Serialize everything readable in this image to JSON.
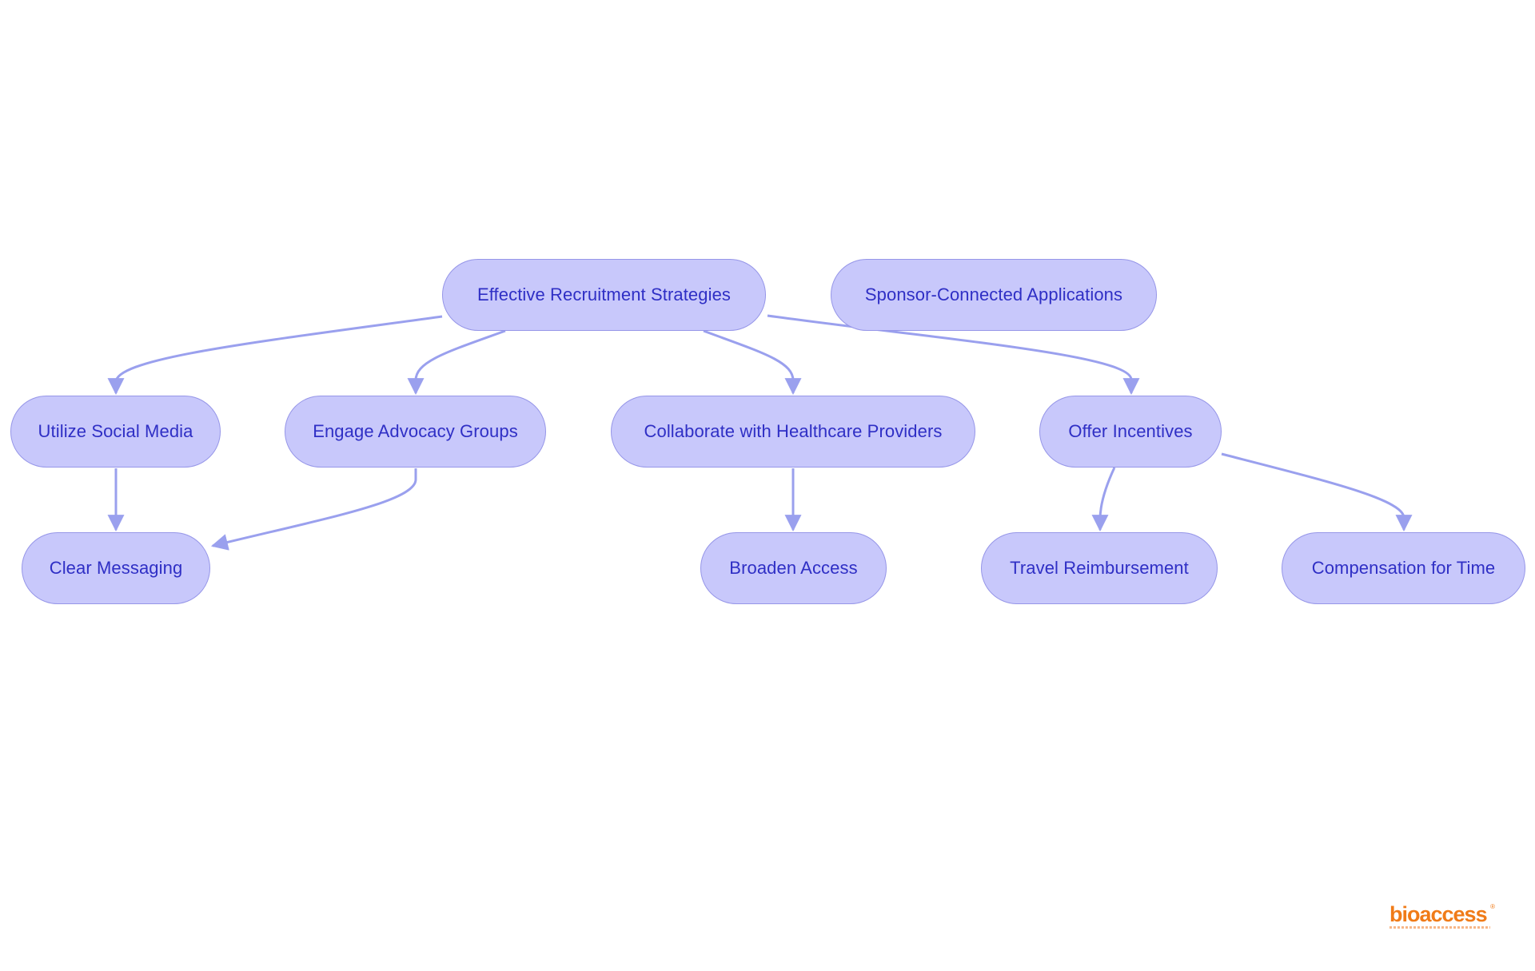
{
  "diagram": {
    "nodes": {
      "root": "Effective Recruitment Strategies",
      "sponsor": "Sponsor-Connected Applications",
      "social": "Utilize Social Media",
      "advocacy": "Engage Advocacy Groups",
      "collab": "Collaborate with Healthcare Providers",
      "incentives": "Offer Incentives",
      "messaging": "Clear Messaging",
      "access": "Broaden Access",
      "travel": "Travel Reimbursement",
      "compensation": "Compensation for Time"
    },
    "edges": [
      {
        "from": "root",
        "to": "social"
      },
      {
        "from": "root",
        "to": "advocacy"
      },
      {
        "from": "root",
        "to": "collab"
      },
      {
        "from": "root",
        "to": "incentives"
      },
      {
        "from": "social",
        "to": "messaging"
      },
      {
        "from": "advocacy",
        "to": "messaging"
      },
      {
        "from": "collab",
        "to": "access"
      },
      {
        "from": "incentives",
        "to": "travel"
      },
      {
        "from": "incentives",
        "to": "compensation"
      }
    ],
    "colors": {
      "node_fill": "#c8c8fb",
      "node_border": "#9696e8",
      "node_text": "#2f2fc5",
      "edge": "#9aa0ee"
    }
  },
  "logo": {
    "text": "bioaccess",
    "color": "#f07b18"
  }
}
